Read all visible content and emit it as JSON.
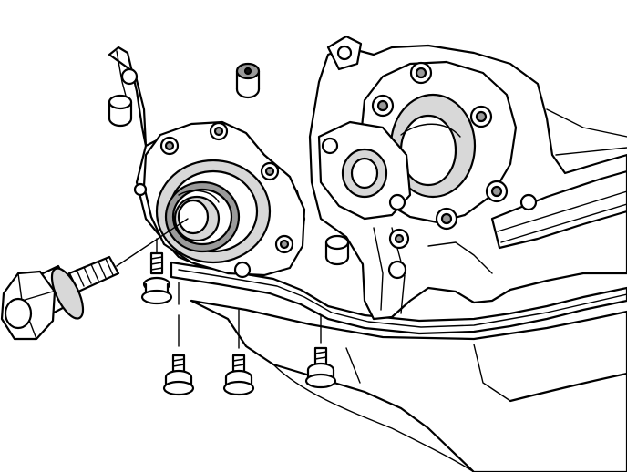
{
  "figure": {
    "caption": "",
    "style": "black line-art technical illustration on white background",
    "colors": {
      "ink": "#000000",
      "background": "#ffffff"
    },
    "parts": [
      {
        "id": "engine-block",
        "icon": "engine-block-outline"
      },
      {
        "id": "front-cover",
        "icon": "timing-cover-housing"
      },
      {
        "id": "crankshaft-seal",
        "icon": "seal-ring"
      },
      {
        "id": "water-pump-housing",
        "icon": "pump-flange"
      },
      {
        "id": "oil-pan",
        "icon": "oil-pan-outline"
      },
      {
        "id": "gasket",
        "icon": "gasket-outline"
      },
      {
        "id": "crank-bolt",
        "icon": "hex-bolt"
      },
      {
        "id": "pan-bolts",
        "icon": "flange-bolt",
        "count": 4
      },
      {
        "id": "dowel-pins",
        "icon": "dowel-pin",
        "count": 3
      }
    ]
  }
}
